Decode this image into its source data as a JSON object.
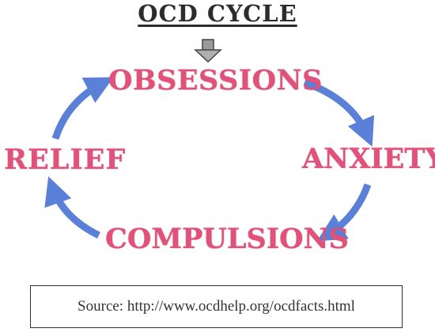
{
  "title": "OCD CYCLE",
  "stages": {
    "obsessions": "OBSESSIONS",
    "anxiety": "ANXIETY",
    "compulsions": "COMPULSIONS",
    "relief": "RELIEF"
  },
  "source": "Source: http://www.ocdhelp.org/ocdfacts.html",
  "colors": {
    "stage_text": "#e0527a",
    "arrow": "#5b80d8",
    "title": "#2c2c2c"
  },
  "icons": {
    "title_pointer": "down-arrow-icon",
    "cycle_arrows": "curved-arrow-icon"
  }
}
